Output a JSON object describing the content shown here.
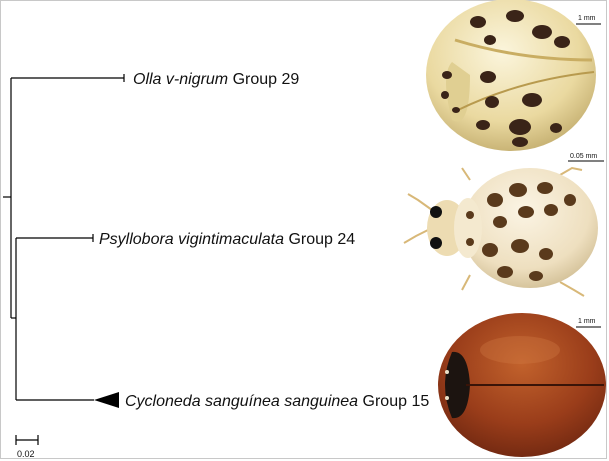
{
  "tree": {
    "taxa": [
      {
        "species": "Olla v-nigrum",
        "group": "Group 29"
      },
      {
        "species": "Psyllobora vigintimaculata",
        "group": "Group 24"
      },
      {
        "species": "Cycloneda sanguínea sanguinea",
        "group": "Group 15"
      }
    ],
    "scale_bar": {
      "value": "0.02"
    }
  },
  "specimens": [
    {
      "scale_label": "1 mm",
      "pattern": "cream with dark spots"
    },
    {
      "scale_label": "0.05 mm",
      "pattern": "cream with brown spots"
    },
    {
      "scale_label": "1 mm",
      "pattern": "solid reddish-brown"
    }
  ],
  "colors": {
    "branch": "#000000",
    "olla_body": "#efe3b0",
    "olla_spot": "#3a2418",
    "psyllobora_body": "#f2e6c6",
    "psyllobora_spot": "#5a3a1c",
    "cycloneda_body": "#9a3d1a"
  }
}
